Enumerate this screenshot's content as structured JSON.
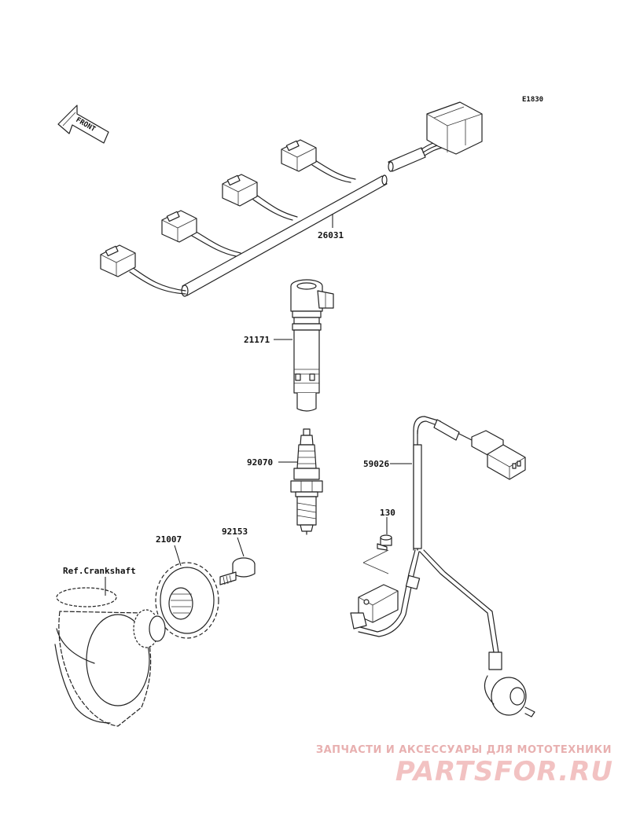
{
  "diagram_code": "E1830",
  "front_label": "FRONT",
  "parts": {
    "wiring_harness": "26031",
    "ignition_coil": "21171",
    "spark_plug": "92070",
    "crank_sensor": "59026",
    "sensor_bolt": "130",
    "flange_bolt": "92153",
    "rotor": "21007"
  },
  "reference_label": "Ref.Crankshaft",
  "watermark": {
    "caption": "ЗАПЧАСТИ И АКСЕССУАРЫ ДЛЯ МОТОТЕХНИКИ",
    "logo": "PARTSFOR.RU"
  }
}
